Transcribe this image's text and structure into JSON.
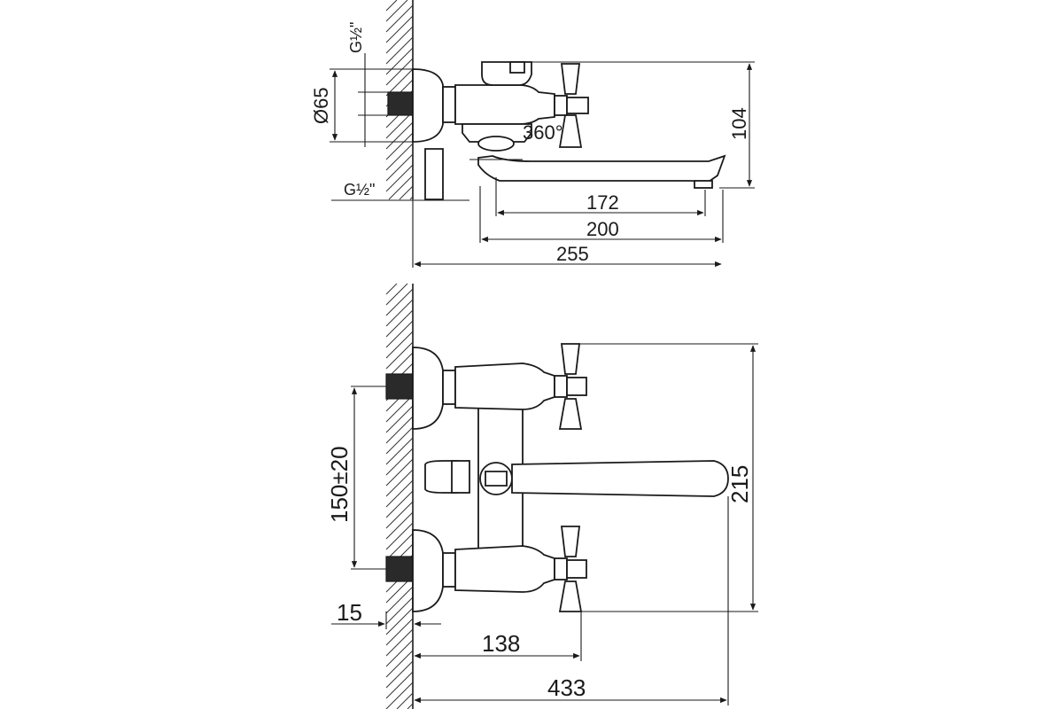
{
  "top_view": {
    "thread_top": "G½\"",
    "thread_bottom": "G½\"",
    "diameter": "Ø65",
    "rotation": "360°",
    "height": "104",
    "spout_172": "172",
    "spout_200": "200",
    "length_255": "255"
  },
  "front_view": {
    "center_distance": "150±20",
    "offset_15": "15",
    "depth_138": "138",
    "height_215": "215",
    "total_433": "433"
  }
}
